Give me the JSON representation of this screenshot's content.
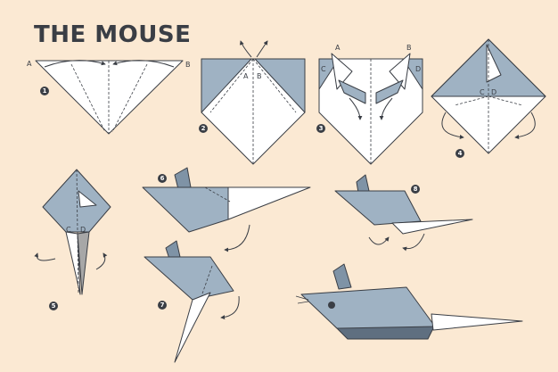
{
  "title": "THE MOUSE",
  "colors": {
    "background": "#fbe9d3",
    "paper_blue": "#9fb2c3",
    "paper_white": "#ffffff",
    "outline": "#3a3e45"
  },
  "steps": [
    {
      "number": "1",
      "labels": [
        "A",
        "B"
      ]
    },
    {
      "number": "2",
      "labels": [
        "A",
        "B"
      ]
    },
    {
      "number": "3",
      "labels": [
        "A",
        "B",
        "C",
        "D"
      ]
    },
    {
      "number": "4",
      "labels": [
        "C",
        "D"
      ]
    },
    {
      "number": "5",
      "labels": [
        "C",
        "D"
      ]
    },
    {
      "number": "6",
      "labels": []
    },
    {
      "number": "7",
      "labels": []
    },
    {
      "number": "8",
      "labels": []
    }
  ],
  "final": {
    "description_icon": "finished-mouse"
  }
}
